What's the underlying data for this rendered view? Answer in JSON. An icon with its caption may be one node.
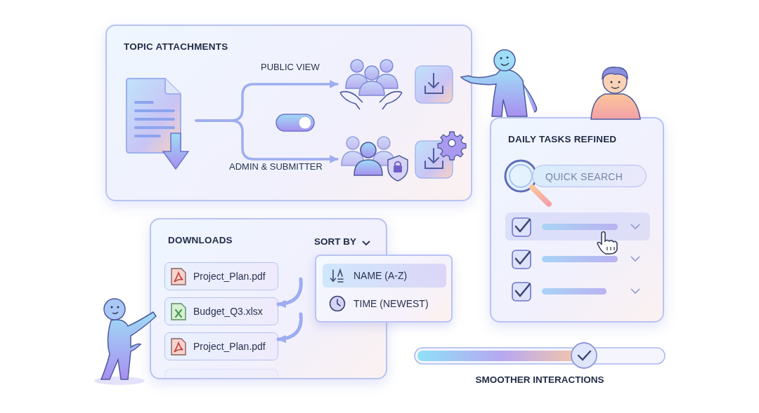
{
  "diagram": {
    "nodes": [
      {
        "text": [
          "TOPIC ATTACHMENTS"
        ]
      },
      {
        "text": [],
        "shape": "picture",
        "in": 0
      },
      {
        "text": [],
        "shape": "picture",
        "in": 0
      },
      {
        "text": [],
        "shape": "picture",
        "in": 0
      },
      {
        "text": [
          "DOWNLOADS"
        ]
      },
      {
        "text": [
          "Project_Plan.pdf"
        ],
        "in": 4
      },
      {
        "text": [
          "Budget_Q3.xlsx"
        ],
        "in": 4
      },
      {
        "text": [
          "Project_Plan.pdf"
        ],
        "in": 4
      },
      {
        "text": [],
        "shape": "box",
        "in": 4
      },
      {
        "text": [
          "NAME (A-Z)",
          "TIME (NEWEST)"
        ]
      },
      {
        "text": [
          "DAILY TASKS REFINED"
        ]
      }
    ],
    "edges": [
      {
        "from": 1,
        "to": 2,
        "arrow": "to",
        "label": "PUBLIC VIEW"
      },
      {
        "from": 1,
        "to": 3,
        "arrow": "to",
        "label": "ADMIN & SUBMITTER"
      },
      {
        "from": null,
        "to": 6,
        "arrow": "to"
      },
      {
        "from": null,
        "to": 7,
        "arrow": "to"
      }
    ],
    "labels": [
      "SORT BY",
      "QUICK SEARCH",
      "SMOOTHER INTERACTIONS"
    ]
  }
}
